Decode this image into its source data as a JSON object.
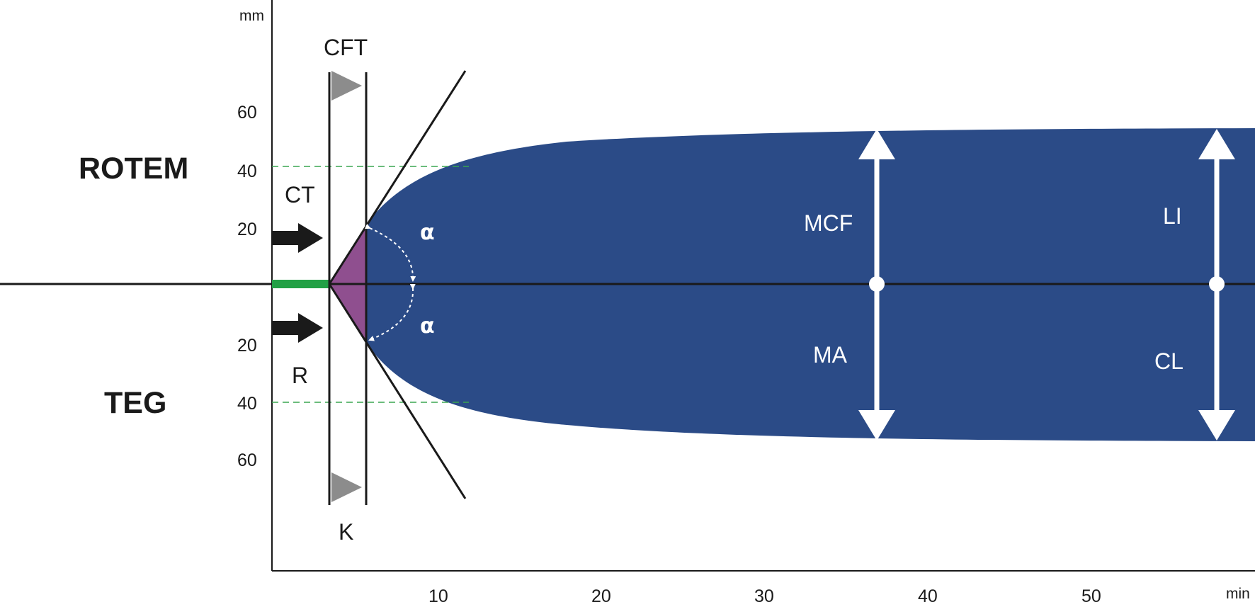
{
  "axes": {
    "y_unit": "mm",
    "x_unit": "min",
    "upper_ticks": [
      "60",
      "40",
      "20"
    ],
    "lower_ticks": [
      "20",
      "40",
      "60"
    ],
    "x_ticks": [
      "10",
      "20",
      "30",
      "40",
      "50"
    ]
  },
  "systems": {
    "upper": "ROTEM",
    "lower": "TEG"
  },
  "labels": {
    "ct": "CT",
    "r": "R",
    "cft": "CFT",
    "k": "K",
    "alpha": "α",
    "mcf": "MCF",
    "ma": "MA",
    "li": "LI",
    "cl": "CL"
  },
  "colors": {
    "curve": "#2b4b87",
    "angle_fill": "#8f4f8f",
    "clotting_time_bar": "#22a045",
    "guide_line": "#3aa650",
    "triangle_marker": "#8c8c8c",
    "line": "#1a1a1a",
    "white": "#ffffff"
  }
}
